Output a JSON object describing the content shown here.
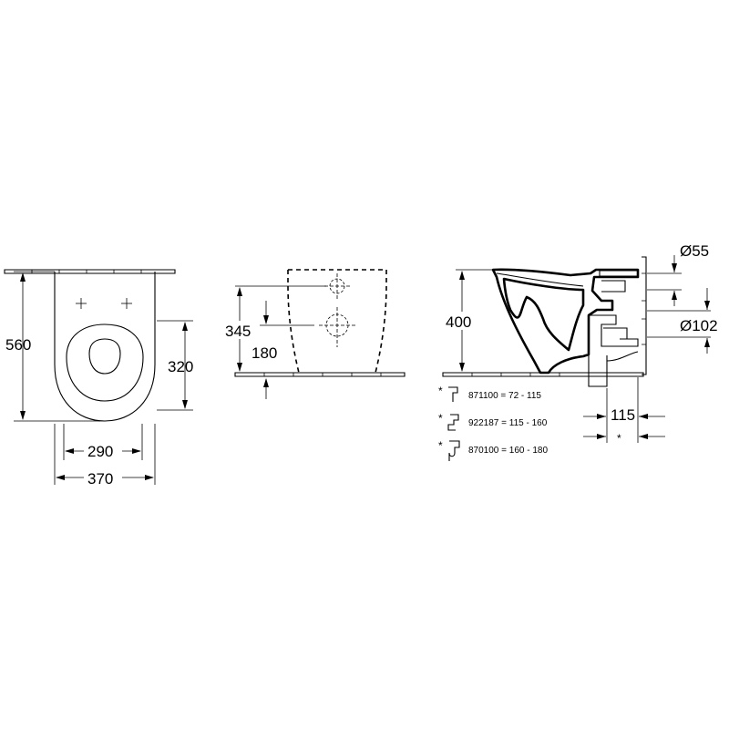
{
  "front_view": {
    "height": "560",
    "fixing_height": "320",
    "fixing_spacing": "290",
    "width": "370"
  },
  "back_view": {
    "height_upper": "345",
    "height_lower": "180"
  },
  "side_view": {
    "height": "400",
    "diameter_inlet": "Ø55",
    "diameter_outlet": "Ø102",
    "projection": "115",
    "star_marker": "*"
  },
  "connectors": [
    {
      "marker": "*",
      "text": "871100 = 72 - 115"
    },
    {
      "marker": "*",
      "text": "922187 = 115 - 160"
    },
    {
      "marker": "*",
      "text": "870100 = 160 - 180"
    }
  ]
}
